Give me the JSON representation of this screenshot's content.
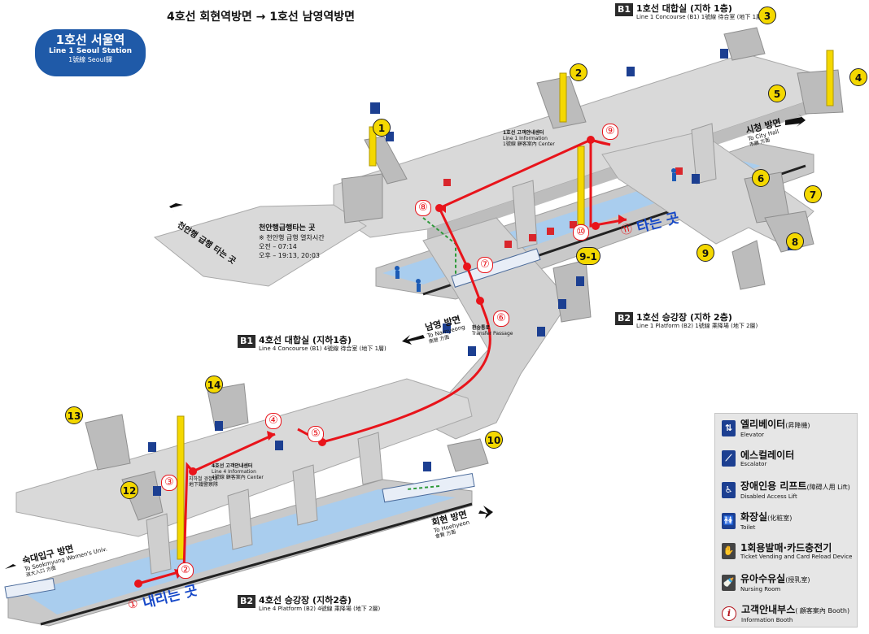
{
  "header": {
    "station_ko": "1호선 서울역",
    "station_en": "Line 1 Seoul Station",
    "station_cn": "1號線 Seoul驛",
    "route_title": "4호선 회현역방면 → 1호선 남영역방면"
  },
  "levels": {
    "line1_concourse": {
      "tag": "B1",
      "title": "1호선 대합실 (지하 1층)",
      "subtitle": "Line 1 Concourse (B1) 1號線 待合室 (地下 1層)"
    },
    "line1_platform": {
      "tag": "B2",
      "title": "1호선 승강장 (지하 2층)",
      "subtitle": "Line 1 Platform (B2) 1號線 乘降場 (地下 2層)"
    },
    "line4_concourse": {
      "tag": "B1",
      "title": "4호선 대합실 (지하1층)",
      "subtitle": "Line 4 Concourse (B1) 4號線 待合室 (地下 1層)"
    },
    "line4_platform": {
      "tag": "B2",
      "title": "4호선 승강장 (지하2층)",
      "subtitle": "Line 4 Platform (B2) 4號線 乘降場 (地下 2層)"
    }
  },
  "directions": {
    "city_hall": {
      "ko": "시청 방면",
      "en": "To City Hall",
      "cn": "市廳 方面"
    },
    "namyeong": {
      "ko": "남영 방면",
      "en": "To Namyeong",
      "cn": "南營 方面"
    },
    "hoehyeon": {
      "ko": "회현 방면",
      "en": "To Hoehyeon",
      "cn": "會賢 方面"
    },
    "sookmyung": {
      "ko": "숙대입구 방면",
      "en": "To Sookmyung Women's Univ.",
      "cn": "淑大入口 方面"
    },
    "cheonan": {
      "ko": "천안행 급행 타는 곳"
    }
  },
  "boarding": {
    "alight": "내리는 곳",
    "board": "타는 곳",
    "alight_num": "①",
    "board_num": "⑪"
  },
  "schedule": {
    "title": "천안행급행타는 곳",
    "note": "※ 천안행 급행 열차시간",
    "morning": "오전 – 07:14",
    "afternoon": "오후 – 19:13, 20:03"
  },
  "info_centers": {
    "line1": {
      "ko": "1호선 고객안내센터",
      "en": "Line 1 Information",
      "cn": "1號線 顧客案內 Center"
    },
    "line4": {
      "ko": "4호선 고객안내센터",
      "en": "Line 4 Information",
      "cn": "4號線 顧客案內 Center"
    },
    "police": {
      "ko": "지하철 경찰대",
      "cn": "地下鐵警察隊"
    },
    "transfer": {
      "ko": "환승통로",
      "en": "Transfer Passage"
    }
  },
  "exits": [
    "1",
    "2",
    "3",
    "4",
    "5",
    "6",
    "7",
    "8",
    "9",
    "9-1",
    "10",
    "12",
    "13",
    "14"
  ],
  "route_steps": [
    "①",
    "②",
    "③",
    "④",
    "⑤",
    "⑥",
    "⑦",
    "⑧",
    "⑨",
    "⑩"
  ],
  "legend": [
    {
      "icon": "elevator-icon",
      "glyph": "⇅",
      "ko": "엘리베이터",
      "cn": "(昇降機)",
      "en": "Elevator"
    },
    {
      "icon": "escalator-icon",
      "glyph": "⟋",
      "ko": "에스컬레이터",
      "cn": "",
      "en": "Escalator"
    },
    {
      "icon": "wheelchair-lift-icon",
      "glyph": "♿",
      "ko": "장애인용 리프트",
      "cn": "(障碍人用 Lift)",
      "en": "Disabled Access Lift"
    },
    {
      "icon": "toilet-icon",
      "glyph": "🚻",
      "ko": "화장실",
      "cn": "(化粧室)",
      "en": "Toilet"
    },
    {
      "icon": "ticket-machine-icon",
      "glyph": "✋",
      "ko": "1회용발매·카드충전기",
      "cn": "",
      "en": "Ticket Vending and Card Reload Device"
    },
    {
      "icon": "nursing-room-icon",
      "glyph": "🍼",
      "ko": "유아수유실",
      "cn": "(授乳室)",
      "en": "Nursing Room"
    },
    {
      "icon": "info-booth-icon",
      "glyph": "i",
      "ko": "고객안내부스",
      "cn": "( 顧客案內 Booth)",
      "en": "Information Booth"
    }
  ],
  "colors": {
    "route": "#e8141b",
    "platform_floor": "#a9cdee",
    "exit_badge": "#f4d800",
    "badge_blue": "#1f5aa8"
  }
}
